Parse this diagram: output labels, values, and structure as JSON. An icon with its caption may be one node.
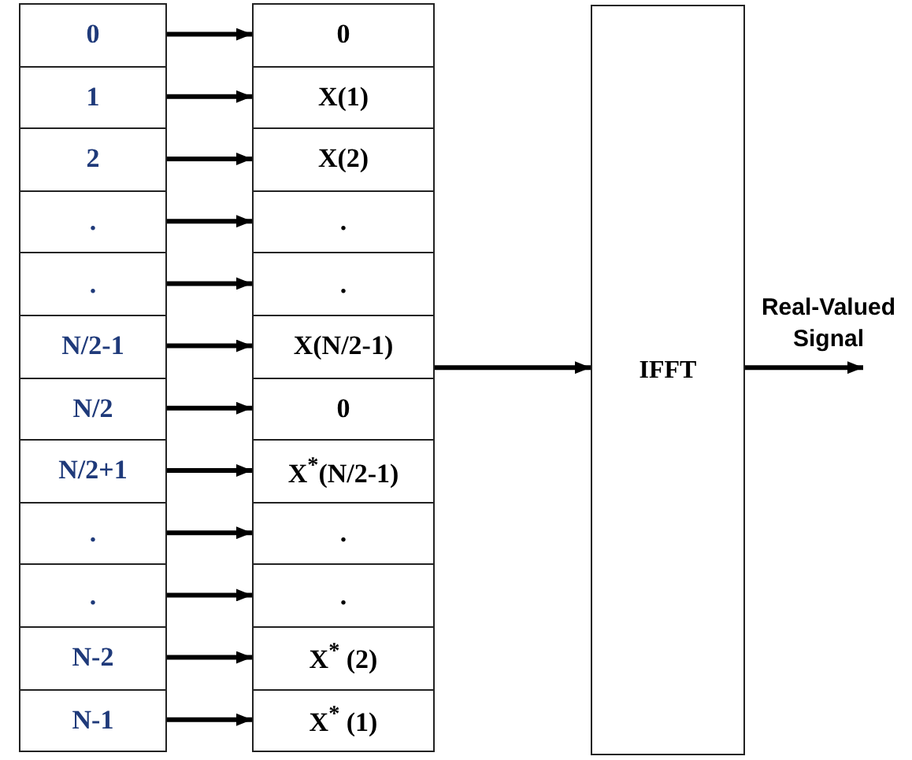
{
  "diagram": {
    "nodes": [
      {
        "text": [
          "0"
        ]
      },
      {
        "text": [
          "1"
        ]
      },
      {
        "text": [
          "2"
        ]
      },
      {
        "text": [
          "."
        ]
      },
      {
        "text": [
          "."
        ]
      },
      {
        "text": [
          "N/2-1"
        ]
      },
      {
        "text": [
          "N/2"
        ]
      },
      {
        "text": [
          "N/2+1"
        ]
      },
      {
        "text": [
          "."
        ]
      },
      {
        "text": [
          "."
        ]
      },
      {
        "text": [
          "N-2"
        ]
      },
      {
        "text": [
          "N-1"
        ]
      },
      {
        "text": [
          "0"
        ]
      },
      {
        "text": [
          "X(1)"
        ]
      },
      {
        "text": [
          "X(2)"
        ]
      },
      {
        "text": [
          "."
        ]
      },
      {
        "text": [
          "."
        ]
      },
      {
        "text": [
          "X(N/2-1)"
        ]
      },
      {
        "text": [
          "0"
        ]
      },
      {
        "text": [
          "X$^{*}$(N/2-1)"
        ]
      },
      {
        "text": [
          "."
        ]
      },
      {
        "text": [
          "."
        ]
      },
      {
        "text": [
          "X$^{*}$ (2)"
        ]
      },
      {
        "text": [
          "X$^{*}$ (1)"
        ]
      },
      {
        "text": [
          "IFFT"
        ]
      }
    ],
    "edges": [
      {
        "from": 0,
        "to": 12,
        "arrow": "to"
      },
      {
        "from": 1,
        "to": 13,
        "arrow": "to"
      },
      {
        "from": 2,
        "to": 14,
        "arrow": "to"
      },
      {
        "from": 3,
        "to": 15,
        "arrow": "to"
      },
      {
        "from": 4,
        "to": 16,
        "arrow": "to"
      },
      {
        "from": 5,
        "to": 17,
        "arrow": "to"
      },
      {
        "from": 6,
        "to": 18,
        "arrow": "to"
      },
      {
        "from": 7,
        "to": 19,
        "arrow": "to"
      },
      {
        "from": 8,
        "to": 20,
        "arrow": "to"
      },
      {
        "from": 9,
        "to": 21,
        "arrow": "to"
      },
      {
        "from": 10,
        "to": 22,
        "arrow": "to"
      },
      {
        "from": 11,
        "to": 23,
        "arrow": "to"
      },
      {
        "from": 17,
        "to": 24,
        "arrow": "to"
      },
      {
        "from": 24,
        "to": null,
        "arrow": "to",
        "label": "Real-Valued Signal"
      }
    ]
  }
}
